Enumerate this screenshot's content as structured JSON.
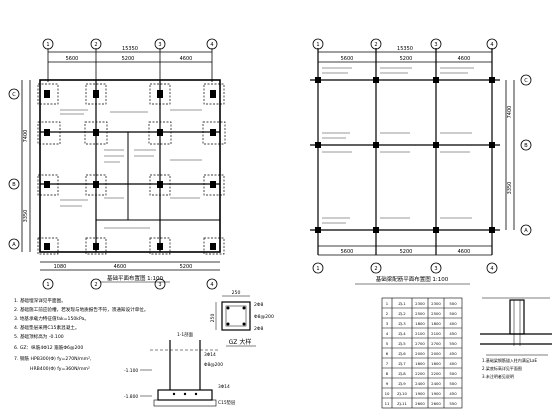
{
  "left_plan": {
    "grid_top": [
      "1",
      "2",
      "3",
      "4"
    ],
    "grid_bottom": [
      "1",
      "2",
      "3",
      "4"
    ],
    "grid_side": [
      "C",
      "B",
      "A"
    ],
    "overall_dim": "15350",
    "top_dims": [
      "5600",
      "5200",
      "4600"
    ],
    "side_dims": [
      "7400",
      "3350"
    ],
    "bottom_dims": [
      "1080",
      "4600",
      "5200"
    ],
    "title": "基础平面布置图 1:100"
  },
  "right_plan": {
    "grid_top": [
      "1",
      "2",
      "3",
      "4"
    ],
    "grid_bottom": [
      "1",
      "2",
      "3",
      "4"
    ],
    "grid_side": [
      "C",
      "B",
      "A"
    ],
    "overall_dim": "15350",
    "top_dims": [
      "5600",
      "5200",
      "4600"
    ],
    "bottom_dims": [
      "5600",
      "5200",
      "4600"
    ],
    "side_dims": [
      "7400",
      "3350"
    ],
    "title": "基础梁配筋平面布置图 1:100"
  },
  "notes": {
    "items": [
      "1. 基础埋深详见平面图。",
      "2. 基础施工前应验槽，若发现与地质报告不符，须通知设计单位。",
      "3. 地基承载力特征值fak=150kPa。",
      "4. 基础垫层采用C15素混凝土。",
      "5. 基础顶标高为 -0.100",
      "6. GZ：纵筋4Φ12 箍筋Φ6@200",
      "7. 钢筋 HPB300(Φ) fy=270N/mm²,",
      "HRB400(Φ) fy=360N/mm²"
    ]
  },
  "gz_detail": {
    "title": "GZ 大样",
    "dim_top": "250",
    "dim_side": "250",
    "labels": [
      "2Φ8",
      "Φ8@200",
      "2Φ8"
    ]
  },
  "section_detail": {
    "labels": [
      "1-1剖面",
      "3Φ14",
      "Φ8@200",
      "3Φ14",
      "C15垫层"
    ],
    "elevations": [
      "-1.800",
      "-1.100"
    ]
  },
  "schedule": {
    "rows": [
      [
        "1",
        "ZJ-1",
        "2300",
        "2300",
        "500"
      ],
      [
        "2",
        "ZJ-2",
        "2500",
        "2500",
        "500"
      ],
      [
        "3",
        "ZJ-3",
        "1800",
        "1800",
        "400"
      ],
      [
        "4",
        "ZJ-4",
        "2100",
        "2100",
        "450"
      ],
      [
        "5",
        "ZJ-5",
        "2700",
        "2700",
        "550"
      ],
      [
        "6",
        "ZJ-6",
        "2000",
        "2000",
        "450"
      ],
      [
        "7",
        "ZJ-7",
        "1600",
        "1600",
        "400"
      ],
      [
        "8",
        "ZJ-8",
        "2200",
        "2200",
        "500"
      ],
      [
        "9",
        "ZJ-9",
        "2400",
        "2400",
        "500"
      ],
      [
        "10",
        "ZJ-10",
        "1900",
        "1900",
        "450"
      ],
      [
        "11",
        "ZJ-11",
        "2600",
        "2600",
        "550"
      ]
    ]
  },
  "right_notes": {
    "items": [
      "1.基础梁钢筋锚入柱内满足LaE",
      "2.梁底标高详见平面图",
      "3.未注明者见说明"
    ]
  }
}
